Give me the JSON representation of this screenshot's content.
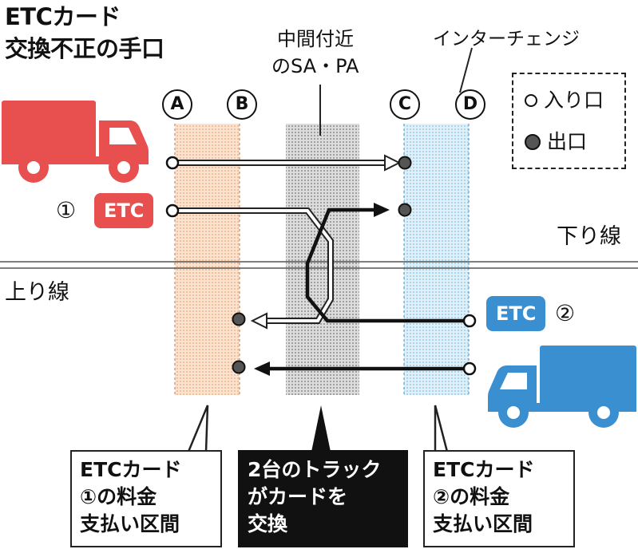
{
  "title": {
    "line1": "ETCカード",
    "line2": "交換不正の手口"
  },
  "labels": {
    "sapa_line1": "中間付近",
    "sapa_line2": "のSA・PA",
    "interchange": "インターチェンジ",
    "down_line": "下り線",
    "up_line": "上り線"
  },
  "points": [
    "A",
    "B",
    "C",
    "D"
  ],
  "legend": {
    "entrance": "入り口",
    "exit": "出口"
  },
  "badges": {
    "card1": "ETC",
    "card2": "ETC"
  },
  "card_numbers": {
    "one": "①",
    "two": "②"
  },
  "callouts": {
    "left": [
      "ETCカード",
      "①の料金",
      "支払い区間"
    ],
    "center": [
      "2台のトラック",
      "がカードを",
      "交換"
    ],
    "right": [
      "ETCカード",
      "②の料金",
      "支払い区間"
    ]
  },
  "colors": {
    "truck_red": "#e8504f",
    "truck_blue": "#3a8fd0",
    "zone_orange": "#f6d2b4",
    "zone_gray": "#c8c8c8",
    "zone_blue": "#c6e3f3"
  }
}
